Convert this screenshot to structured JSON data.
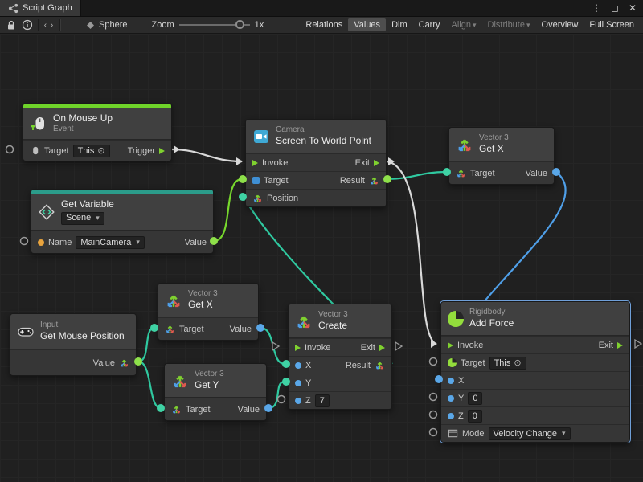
{
  "window": {
    "tab_title": "Script Graph"
  },
  "icons": {
    "menu": "⋮",
    "maximize": "◻",
    "close": "✕",
    "code": "‹ ›",
    "caret": "▾",
    "scope": "⊙"
  },
  "toolbar": {
    "sphere_label": "Sphere",
    "zoom_label": "Zoom",
    "zoom_value": "1x",
    "buttons": {
      "relations": "Relations",
      "values": "Values",
      "dim": "Dim",
      "carry": "Carry",
      "align": "Align",
      "distribute": "Distribute",
      "overview": "Overview",
      "full_screen": "Full Screen"
    }
  },
  "nodes": {
    "on_mouse_up": {
      "title": "On Mouse Up",
      "subtitle": "Event",
      "target_label": "Target",
      "target_value": "This",
      "trigger_label": "Trigger"
    },
    "get_variable": {
      "title": "Get Variable",
      "scope_value": "Scene",
      "name_label": "Name",
      "name_value": "MainCamera",
      "value_label": "Value"
    },
    "screen_to_world_point": {
      "category": "Camera",
      "title": "Screen To World Point",
      "invoke_label": "Invoke",
      "exit_label": "Exit",
      "target_label": "Target",
      "result_label": "Result",
      "position_label": "Position"
    },
    "get_x_top": {
      "category": "Vector 3",
      "title": "Get X",
      "target_label": "Target",
      "value_label": "Value"
    },
    "get_x_mid": {
      "category": "Vector 3",
      "title": "Get X",
      "target_label": "Target",
      "value_label": "Value"
    },
    "get_y": {
      "category": "Vector 3",
      "title": "Get Y",
      "target_label": "Target",
      "value_label": "Value"
    },
    "get_mouse_position": {
      "category": "Input",
      "title": "Get Mouse Position",
      "value_label": "Value"
    },
    "create_vector3": {
      "category": "Vector 3",
      "title": "Create",
      "invoke_label": "Invoke",
      "exit_label": "Exit",
      "x_label": "X",
      "y_label": "Y",
      "z_label": "Z",
      "z_value": "7",
      "result_label": "Result"
    },
    "add_force": {
      "category": "Rigidbody",
      "title": "Add Force",
      "invoke_label": "Invoke",
      "exit_label": "Exit",
      "target_label": "Target",
      "target_value": "This",
      "x_label": "X",
      "y_label": "Y",
      "y_value": "0",
      "z_label": "Z",
      "z_value": "0",
      "mode_label": "Mode",
      "mode_value": "Velocity Change"
    }
  },
  "connections": [
    {
      "from": "On Mouse Up · Trigger",
      "to": "Screen To World Point · Invoke",
      "color": "#d9d9d9"
    },
    {
      "from": "Get Variable · Value",
      "to": "Screen To World Point · Target",
      "color": "#77d82d"
    },
    {
      "from": "Vector 3 Create · Result",
      "to": "Screen To World Point · Position",
      "color": "#2fc9a0"
    },
    {
      "from": "Screen To World Point · Result",
      "to": "Vector 3 Get X (top) · Target",
      "color": "#2fc9a0"
    },
    {
      "from": "Screen To World Point · Exit",
      "to": "Add Force · Invoke",
      "color": "#d9d9d9"
    },
    {
      "from": "Vector 3 Get X (top) · Value",
      "to": "Add Force · X",
      "color": "#4f9fe8"
    },
    {
      "from": "Get Mouse Position · Value",
      "to": "Vector 3 Get X · Target",
      "color": "#2fc9a0"
    },
    {
      "from": "Get Mouse Position · Value",
      "to": "Vector 3 Get Y · Target",
      "color": "#2fc9a0"
    },
    {
      "from": "Vector 3 Get X · Value",
      "to": "Vector 3 Create · X",
      "color": "#2fc9a0"
    },
    {
      "from": "Vector 3 Get Y · Value",
      "to": "Vector 3 Create · Y",
      "color": "#2fc9a0"
    }
  ],
  "colors": {
    "canvas_bg": "#202020",
    "event_green": "#6fd32a",
    "variable_teal": "#2b9c8a",
    "flow_green": "#7fd12f",
    "wire_white": "#d9d9d9",
    "wire_green": "#77d82d",
    "wire_teal": "#2fc9a0",
    "wire_blue": "#4f9fe8",
    "port_green": "#8ee04a",
    "port_teal": "#3fd2a4",
    "port_blue": "#5aa7e8",
    "port_orange": "#e8a33d",
    "selection_blue": "#6f9fd8"
  }
}
